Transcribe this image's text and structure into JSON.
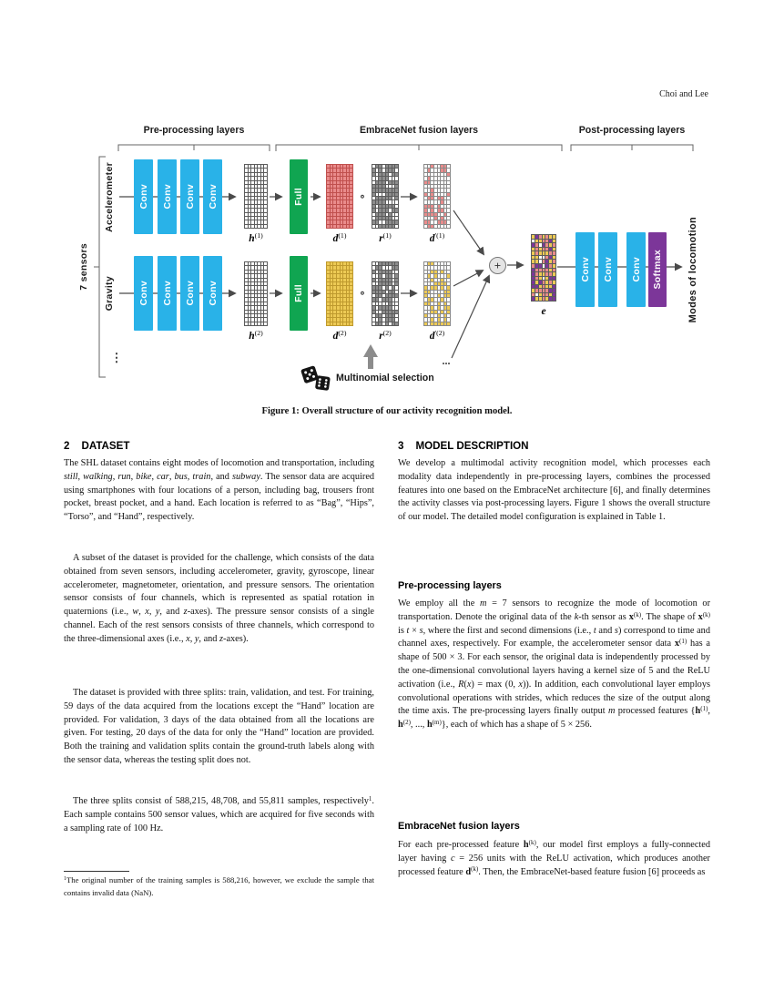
{
  "header": {
    "authors": "Choi and Lee"
  },
  "figure": {
    "caption": "Figure 1: Overall structure of our activity recognition model.",
    "group_labels": [
      "Pre-processing layers",
      "EmbraceNet fusion layers",
      "Post-processing layers"
    ],
    "sensors_bracket_label": "7 sensors",
    "row1_sensor": "Accelerometer",
    "row2_sensor": "Gravity",
    "conv_label": "Conv",
    "full_label": "Full",
    "softmax_label": "Softmax",
    "output_label": "Modes of locomotion",
    "multinomial_label": "Multinomial selection",
    "hadamard_symbol": "∘",
    "sum_symbol": "+",
    "vdots": "⋮",
    "hdots": "...",
    "labels": {
      "h1": [
        {
          "t": "h",
          "bi": 1
        },
        {
          "t": "(1)",
          "sup": 1
        }
      ],
      "d1": [
        {
          "t": "d",
          "bi": 1
        },
        {
          "t": "(1)",
          "sup": 1
        }
      ],
      "r1": [
        {
          "t": "r",
          "bi": 1
        },
        {
          "t": "(1)",
          "sup": 1
        }
      ],
      "dp1": [
        {
          "t": "d",
          "bi": 1
        },
        {
          "t": "′(1)",
          "sup": 1
        }
      ],
      "h2": [
        {
          "t": "h",
          "bi": 1
        },
        {
          "t": "(2)",
          "sup": 1
        }
      ],
      "d2": [
        {
          "t": "d",
          "bi": 1
        },
        {
          "t": "(2)",
          "sup": 1
        }
      ],
      "r2": [
        {
          "t": "r",
          "bi": 1
        },
        {
          "t": "(2)",
          "sup": 1
        }
      ],
      "dp2": [
        {
          "t": "d",
          "bi": 1
        },
        {
          "t": "′(2)",
          "sup": 1
        }
      ],
      "e": [
        {
          "t": "e",
          "bi": 1
        }
      ]
    },
    "colors": {
      "cyan": "#29b2e8",
      "green": "#10a551",
      "purple": "#7c3699",
      "white": "#ffffff",
      "red": "#e98b8b",
      "red_line": "#c0504e",
      "gold": "#edca55",
      "gold_line": "#bf9a2e",
      "gray": "#8d8d8d",
      "line": "#5c5c5c",
      "mid_line": "#8a8a8a",
      "arrow": "#4a4a4a"
    }
  },
  "left_column": {
    "heading": {
      "number": "2",
      "title": "DATASET"
    },
    "p1": [
      {
        "t": "The SHL dataset contains eight modes of locomotion and transportation, including "
      },
      {
        "t": "still",
        "i": 1
      },
      {
        "t": ", "
      },
      {
        "t": "walking",
        "i": 1
      },
      {
        "t": ", "
      },
      {
        "t": "run",
        "i": 1
      },
      {
        "t": ", "
      },
      {
        "t": "bike",
        "i": 1
      },
      {
        "t": ", "
      },
      {
        "t": "car",
        "i": 1
      },
      {
        "t": ", "
      },
      {
        "t": "bus",
        "i": 1
      },
      {
        "t": ", "
      },
      {
        "t": "train",
        "i": 1
      },
      {
        "t": ", and "
      },
      {
        "t": "subway",
        "i": 1
      },
      {
        "t": ". The sensor data are acquired using smartphones with four locations of a person, including bag, trousers front pocket, breast pocket, and a hand. Each location is referred to as “Bag”, “Hips”, “Torso”, and “Hand”, respectively."
      }
    ],
    "p2": [
      {
        "t": "A subset of the dataset is provided for the challenge, which consists of the data obtained from seven sensors, including accelerometer, gravity, gyroscope, linear accelerometer, magnetometer, orientation, and pressure sensors. The orientation sensor consists of four channels, which is represented as spatial rotation in quaternions (i.e., "
      },
      {
        "t": "w",
        "i": 1
      },
      {
        "t": ", "
      },
      {
        "t": "x",
        "i": 1
      },
      {
        "t": ", "
      },
      {
        "t": "y",
        "i": 1
      },
      {
        "t": ", and "
      },
      {
        "t": "z",
        "i": 1
      },
      {
        "t": "-axes). The pressure sensor consists of a single channel. Each of the rest sensors consists of three channels, which correspond to the three-dimensional axes (i.e., "
      },
      {
        "t": "x",
        "i": 1
      },
      {
        "t": ", "
      },
      {
        "t": "y",
        "i": 1
      },
      {
        "t": ", and "
      },
      {
        "t": "z",
        "i": 1
      },
      {
        "t": "-axes)."
      }
    ],
    "p3": [
      {
        "t": "The dataset is provided with three splits: train, validation, and test. For training, 59 days of the data acquired from the locations except the “Hand” location are provided. For validation, 3 days of the data obtained from all the locations are given. For testing, 20 days of the data for only the “Hand” location are provided. Both the training and validation splits contain the ground-truth labels along with the sensor data, whereas the testing split does not."
      }
    ],
    "p4": [
      {
        "t": "The three splits consist of 588,215, 48,708, and 55,811 samples, respectively"
      },
      {
        "t": "1",
        "sup": 1
      },
      {
        "t": ". Each sample contains 500 sensor values, which are acquired for five seconds with a sampling rate of 100 Hz."
      }
    ],
    "footnote": [
      {
        "t": "1",
        "sup": 1
      },
      {
        "t": "The original number of the training samples is 588,216, however, we exclude the sample that contains invalid data (NaN)."
      }
    ]
  },
  "right_column": {
    "heading": {
      "number": "3",
      "title": "MODEL DESCRIPTION"
    },
    "p1": [
      {
        "t": "We develop a multimodal activity recognition model, which processes each modality data independently in pre-processing layers, combines the processed features into one based on the EmbraceNet architecture [6], and finally determines the activity classes via post-processing layers. Figure 1 shows the overall structure of our model. The detailed model configuration is explained in Table 1."
      }
    ],
    "sub1": "Pre-processing layers",
    "p2": [
      {
        "t": "We employ all the "
      },
      {
        "t": "m",
        "i": 1
      },
      {
        "t": " = 7 sensors to recognize the mode of locomotion or transportation. Denote the original data of the "
      },
      {
        "t": "k",
        "i": 1
      },
      {
        "t": "-th sensor as "
      },
      {
        "t": "x",
        "b": 1
      },
      {
        "t": "(k)",
        "sup": 1
      },
      {
        "t": ". The shape of "
      },
      {
        "t": "x",
        "b": 1
      },
      {
        "t": "(k)",
        "sup": 1
      },
      {
        "t": " is "
      },
      {
        "t": "t",
        "i": 1
      },
      {
        "t": " × "
      },
      {
        "t": "s",
        "i": 1
      },
      {
        "t": ", where the first and second dimensions (i.e., "
      },
      {
        "t": "t",
        "i": 1
      },
      {
        "t": " and "
      },
      {
        "t": "s",
        "i": 1
      },
      {
        "t": ") correspond to time and channel axes, respectively. For example, the accelerometer sensor data "
      },
      {
        "t": "x",
        "b": 1
      },
      {
        "t": "(1)",
        "sup": 1
      },
      {
        "t": " has a shape of 500 × 3. For each sensor, the original data is independently processed by the one-dimensional convolutional layers having a kernel size of 5 and the ReLU activation (i.e., "
      },
      {
        "t": "R",
        "i": 1
      },
      {
        "t": "("
      },
      {
        "t": "x",
        "i": 1
      },
      {
        "t": ") = max (0, "
      },
      {
        "t": "x",
        "i": 1
      },
      {
        "t": ")). In addition, each convolutional layer employs convolutional operations with strides, which reduces the size of the output along the time axis. The pre-processing layers finally output "
      },
      {
        "t": "m",
        "i": 1
      },
      {
        "t": " processed features {"
      },
      {
        "t": "h",
        "b": 1
      },
      {
        "t": "(1)",
        "sup": 1
      },
      {
        "t": ", "
      },
      {
        "t": "h",
        "b": 1
      },
      {
        "t": "(2)",
        "sup": 1
      },
      {
        "t": ", ..., "
      },
      {
        "t": "h",
        "b": 1
      },
      {
        "t": "(m)",
        "sup": 1
      },
      {
        "t": "}, each of which has a shape of 5 × 256."
      }
    ],
    "sub2": "EmbraceNet fusion layers",
    "p3": [
      {
        "t": "For each pre-processed feature "
      },
      {
        "t": "h",
        "b": 1
      },
      {
        "t": "(k)",
        "sup": 1
      },
      {
        "t": ", our model first employs a fully-connected layer having "
      },
      {
        "t": "c",
        "i": 1
      },
      {
        "t": " = 256 units with the ReLU activation, which produces another processed feature "
      },
      {
        "t": "d",
        "b": 1
      },
      {
        "t": "(k)",
        "sup": 1
      },
      {
        "t": ". Then, the EmbraceNet-based feature fusion [6] proceeds as"
      }
    ]
  }
}
